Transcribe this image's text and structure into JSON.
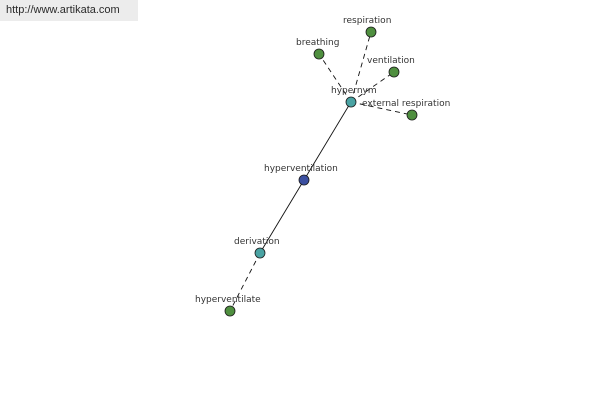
{
  "watermark": {
    "url": "http://www.artikata.com"
  },
  "graph": {
    "nodes": [
      {
        "id": "hyperventilation",
        "label": "hyperventilation",
        "color": "#3b4fa0"
      },
      {
        "id": "hypernym",
        "label": "hypernym",
        "color": "#4aa3a3"
      },
      {
        "id": "derivation",
        "label": "derivation",
        "color": "#4aa3a3"
      },
      {
        "id": "respiration",
        "label": "respiration",
        "color": "#4f8f3f"
      },
      {
        "id": "breathing",
        "label": "breathing",
        "color": "#4f8f3f"
      },
      {
        "id": "ventilation",
        "label": "ventilation",
        "color": "#4f8f3f"
      },
      {
        "id": "external_respiration",
        "label": "external respiration",
        "color": "#4f8f3f"
      },
      {
        "id": "hyperventilate",
        "label": "hyperventilate",
        "color": "#4f8f3f"
      }
    ],
    "edges": [
      {
        "from": "hyperventilation",
        "to": "hypernym",
        "style": "solid"
      },
      {
        "from": "hyperventilation",
        "to": "derivation",
        "style": "solid"
      },
      {
        "from": "hypernym",
        "to": "respiration",
        "style": "dashed"
      },
      {
        "from": "hypernym",
        "to": "breathing",
        "style": "dashed"
      },
      {
        "from": "hypernym",
        "to": "ventilation",
        "style": "dashed"
      },
      {
        "from": "hypernym",
        "to": "external_respiration",
        "style": "dashed"
      },
      {
        "from": "derivation",
        "to": "hyperventilate",
        "style": "dashed"
      }
    ]
  }
}
